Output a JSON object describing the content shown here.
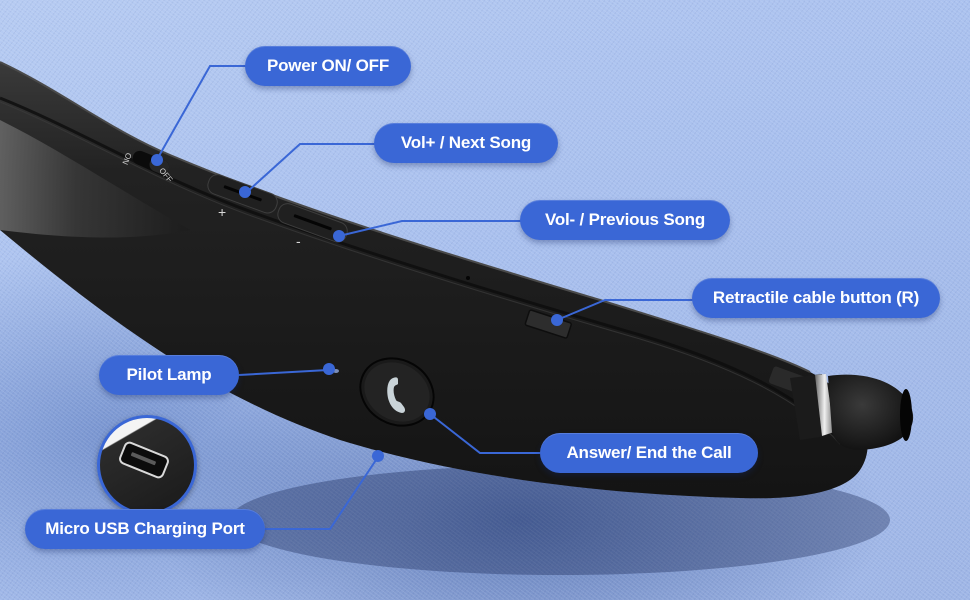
{
  "image": {
    "subject": "neckband bluetooth headset with retractable earbud",
    "callout_color": "#3a67d6",
    "dot_color": "#3a67d6",
    "background_color": "#a9c2ee",
    "device_color": "#1e1e1e"
  },
  "device": {
    "switch_labels": {
      "on": "ON",
      "off": "OFF"
    },
    "vol_up_symbol": "+",
    "vol_down_symbol": "-",
    "call_button_icon": "phone-handset-icon"
  },
  "callouts": [
    {
      "id": "power",
      "label": "Power ON/ OFF"
    },
    {
      "id": "vol_up",
      "label": "Vol+ / Next Song"
    },
    {
      "id": "vol_down",
      "label": "Vol- / Previous Song"
    },
    {
      "id": "retractile",
      "label": "Retractile cable button (R)"
    },
    {
      "id": "pilot_lamp",
      "label": "Pilot Lamp"
    },
    {
      "id": "answer_call",
      "label": "Answer/ End the Call"
    },
    {
      "id": "usb_port",
      "label": "Micro USB Charging Port"
    }
  ]
}
